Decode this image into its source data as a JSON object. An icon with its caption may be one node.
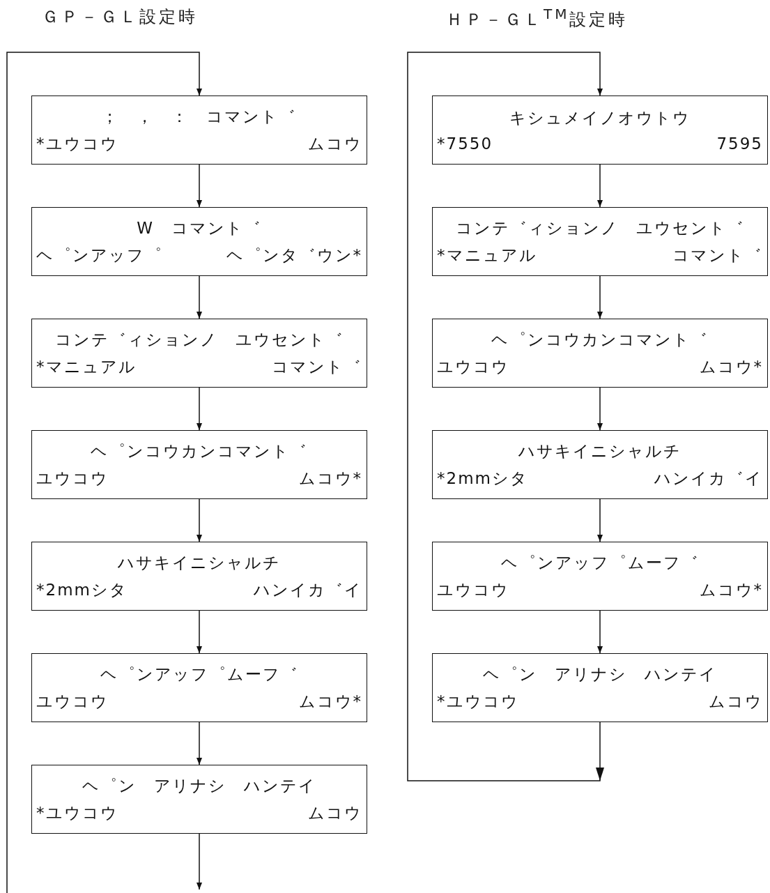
{
  "diagram": {
    "nodes": [
      {
        "text": [
          "；　，　：　コマント゛",
          "*ユウコウ",
          "ムコウ"
        ]
      },
      {
        "text": [
          "W　コマント゛",
          "ヘ゜ンアッフ゜",
          "ヘ゜ンタ゛ウン*"
        ]
      },
      {
        "text": [
          "コンテ゛ィションノ　ユウセント゛",
          "*マニュアル",
          "コマント゛"
        ]
      },
      {
        "text": [
          "ヘ゜ンコウカンコマント゛",
          "ユウコウ",
          "ムコウ*"
        ]
      },
      {
        "text": [
          "ハサキイニシャルチ",
          "*2mmシタ",
          "ハンイカ゛イ"
        ]
      },
      {
        "text": [
          "ヘ゜ンアッフ゜ムーフ゛",
          "ユウコウ",
          "ムコウ*"
        ]
      },
      {
        "text": [
          "ヘ゜ン　アリナシ　ハンテイ",
          "*ユウコウ",
          "ムコウ"
        ]
      },
      {
        "text": [
          "キシュメイノオウトウ",
          "*7550",
          "7595"
        ]
      },
      {
        "text": [
          "コンテ゛ィションノ　ユウセント゛",
          "*マニュアル",
          "コマント゛"
        ]
      },
      {
        "text": [
          "ヘ゜ンコウカンコマント゛",
          "ユウコウ",
          "ムコウ*"
        ]
      },
      {
        "text": [
          "ハサキイニシャルチ",
          "*2mmシタ",
          "ハンイカ゛イ"
        ]
      },
      {
        "text": [
          "ヘ゜ンアッフ゜ムーフ゛",
          "ユウコウ",
          "ムコウ*"
        ]
      },
      {
        "text": [
          "ヘ゜ン　アリナシ　ハンテイ",
          "*ユウコウ",
          "ムコウ"
        ]
      }
    ],
    "edges": [
      {
        "from": null,
        "to": 0,
        "arrow": "to"
      },
      {
        "from": 0,
        "to": 1,
        "arrow": "to"
      },
      {
        "from": 1,
        "to": 2,
        "arrow": "to"
      },
      {
        "from": 2,
        "to": 3,
        "arrow": "to"
      },
      {
        "from": 3,
        "to": 4,
        "arrow": "to"
      },
      {
        "from": 4,
        "to": 5,
        "arrow": "to"
      },
      {
        "from": 5,
        "to": 6,
        "arrow": "to"
      },
      {
        "from": 6,
        "to": null,
        "arrow": "to"
      },
      {
        "from": 7,
        "to": 8,
        "arrow": "to"
      },
      {
        "from": 8,
        "to": 9,
        "arrow": "to"
      },
      {
        "from": 9,
        "to": 10,
        "arrow": "to"
      },
      {
        "from": 10,
        "to": 11,
        "arrow": "to"
      },
      {
        "from": 11,
        "to": 12,
        "arrow": "to"
      },
      {
        "from": 12,
        "to": 7,
        "arrow": "to"
      }
    ],
    "labels": [
      "ＧＰ－ＧＬ設定時",
      "ＨＰ－ＧＬ$^{TM}$設定時"
    ]
  }
}
